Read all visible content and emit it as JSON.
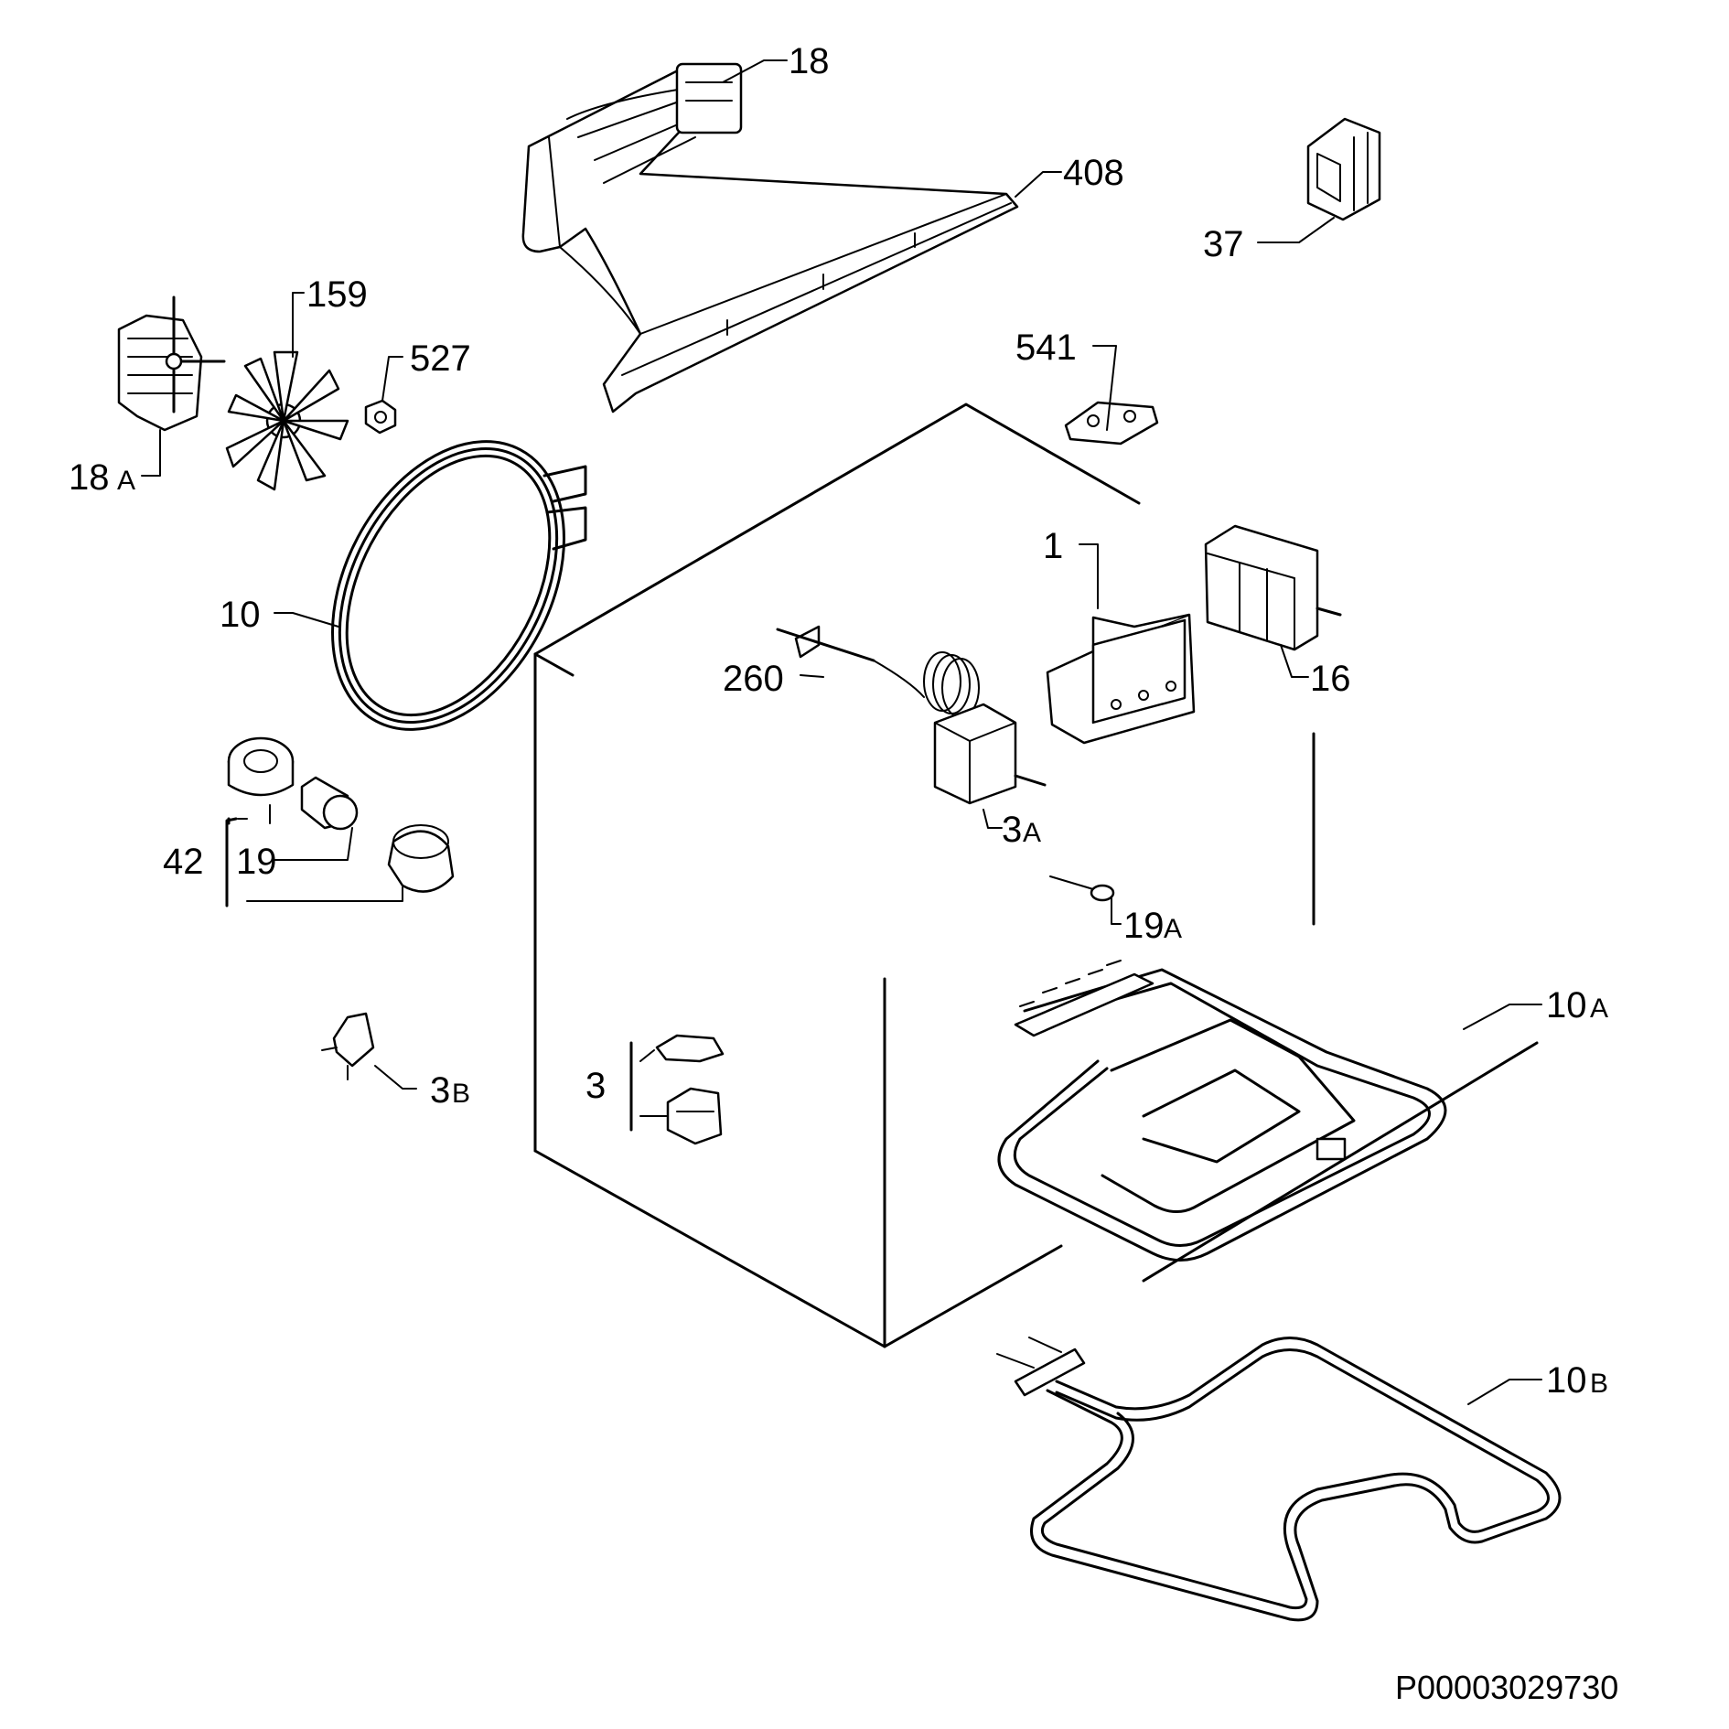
{
  "labels": {
    "p18": "18",
    "p408": "408",
    "p37": "37",
    "p159": "159",
    "p527": "527",
    "p541": "541",
    "p18a": "18",
    "p18a_suffix": "A",
    "p10": "10",
    "p1": "1",
    "p16": "16",
    "p260": "260",
    "p3a": "3",
    "p3a_suffix": "A",
    "p42": "42",
    "p19": "19",
    "p19a": "19",
    "p19a_suffix": "A",
    "p10a": "10",
    "p10a_suffix": "A",
    "p3b": "3",
    "p3b_suffix": "B",
    "p3": "3",
    "p10b": "10",
    "p10b_suffix": "B"
  },
  "footer": {
    "drawing_code": "P00003029730"
  }
}
